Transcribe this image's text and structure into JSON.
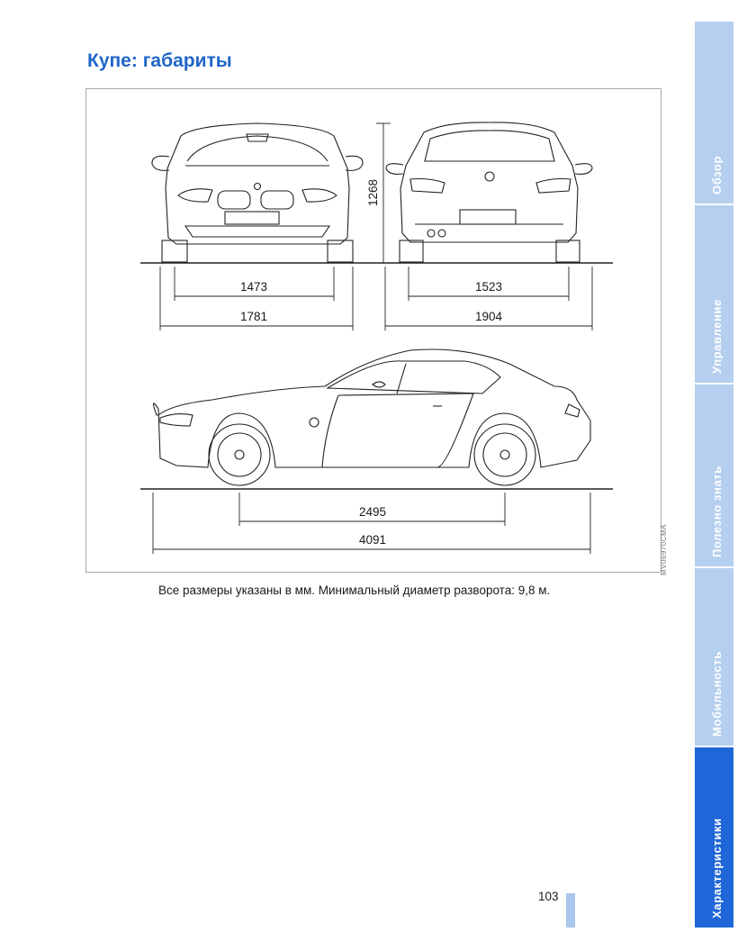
{
  "page": {
    "title": "Купе: габариты",
    "caption": "Все размеры указаны в мм. Минимальный диаметр разворота: 9,8 м.",
    "page_number": "103",
    "figure_code": "MV06970CMA"
  },
  "dimensions": {
    "height": "1268",
    "front_track": "1473",
    "rear_track": "1523",
    "width_without_mirrors": "1781",
    "width_with_mirrors": "1904",
    "wheelbase": "2495",
    "length": "4091"
  },
  "sidebar": {
    "tabs": [
      {
        "label": "Обзор",
        "active": false
      },
      {
        "label": "Управление",
        "active": false
      },
      {
        "label": "Полезно знать",
        "active": false
      },
      {
        "label": "Мобильность",
        "active": false
      },
      {
        "label": "Характеристики",
        "active": true
      }
    ]
  },
  "colors": {
    "accent": "#1f66c9",
    "tab_inactive": "#b5cfef",
    "tab_active": "#1f66d8"
  }
}
